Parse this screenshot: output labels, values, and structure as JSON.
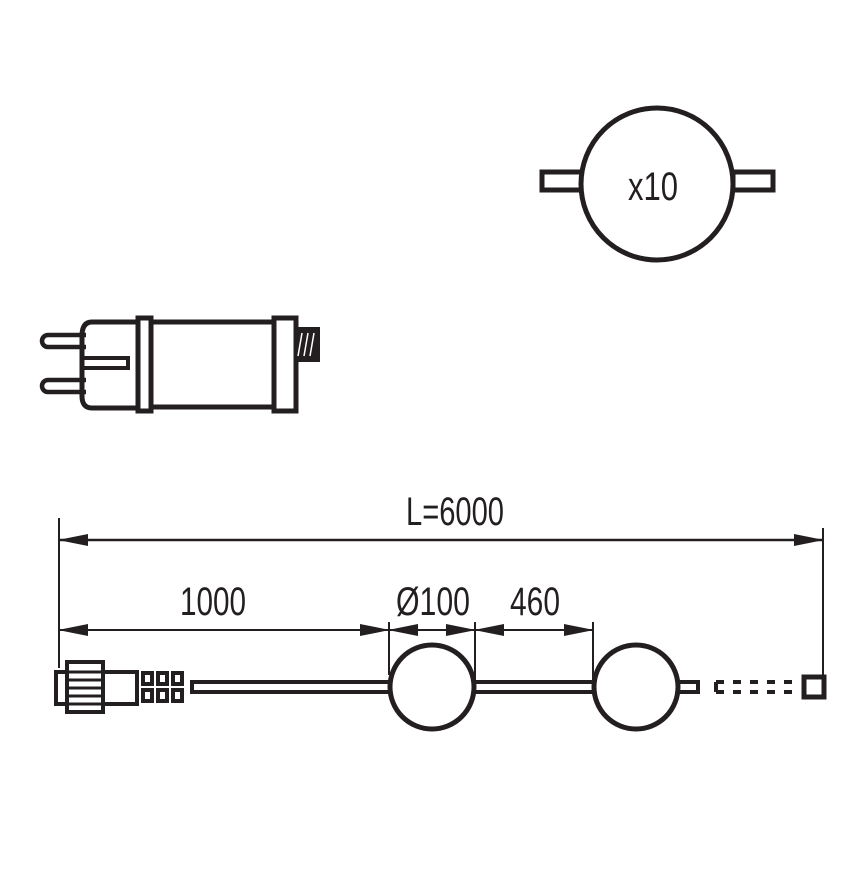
{
  "diagram": {
    "type": "technical-dimension-drawing",
    "colors": {
      "line": "#231f20",
      "background": "#ffffff",
      "thread_fill": "#231f20"
    },
    "bulb_detail": {
      "label": "x10"
    },
    "dimensions": {
      "total_length": "L=6000",
      "lead_cable": "1000",
      "bulb_diameter": "Ø100",
      "bulb_spacing": "460"
    },
    "components": [
      {
        "id": "power-adapter-plug",
        "description": "Plug-in power supply with two prongs and threaded output"
      },
      {
        "id": "bulb-symbol",
        "description": "Round bulb with side tabs, quantity x10"
      },
      {
        "id": "connector",
        "description": "Threaded connector with 6-contact block"
      },
      {
        "id": "cable",
        "description": "Lead cable"
      },
      {
        "id": "bulb-1",
        "description": "First round bulb"
      },
      {
        "id": "bulb-2",
        "description": "Second round bulb"
      },
      {
        "id": "dashed-continuation",
        "description": "Cable continuation (dashed)"
      },
      {
        "id": "end-cap",
        "description": "End cap square"
      }
    ]
  }
}
